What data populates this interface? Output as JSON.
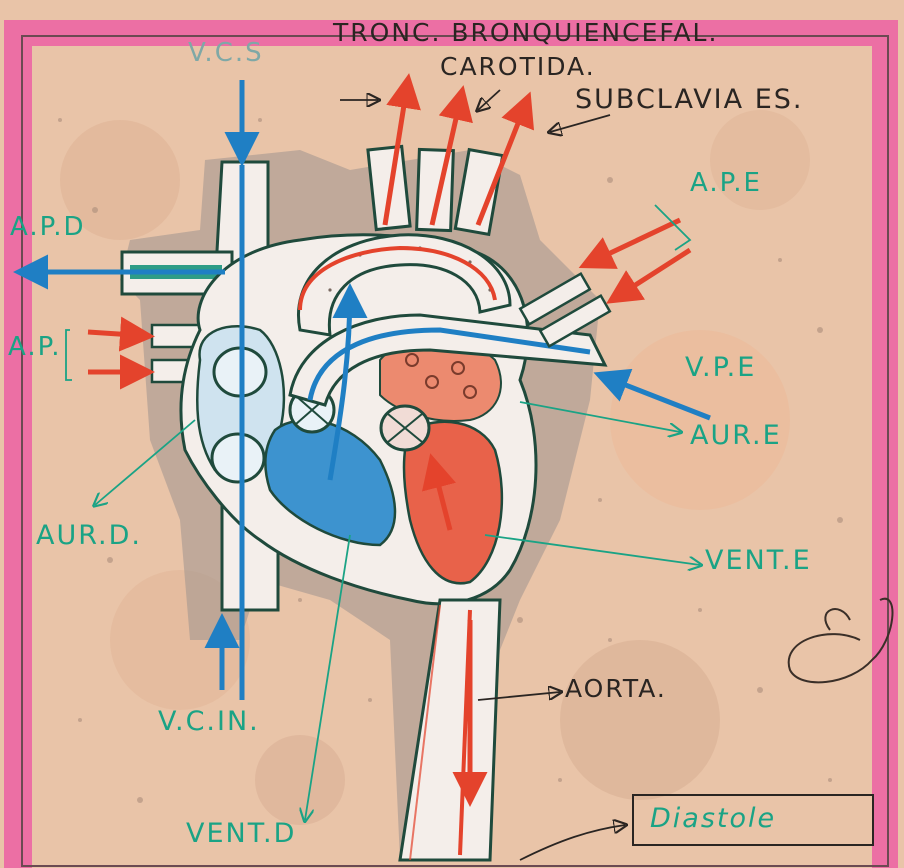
{
  "labels": {
    "tronco": "TRONC. BRONQUIENCEFAL.",
    "carotida": "CAROTIDA.",
    "subclavias": "SUBCLAVIA ES.",
    "vcs": "V.C.S",
    "ape": "A.P.E",
    "apd": "A.P.D",
    "ap": "A.P.",
    "vpe": "V.P.E",
    "aur_e": "AUR.E",
    "aur_d": "AUR.D.",
    "vent_e": "VENT.E",
    "aorta": "AORTA.",
    "vci": "V.C.IN.",
    "vent_d": "VENT.D",
    "diastole": "Diastole"
  },
  "colors": {
    "paper": "#e9c4a8",
    "frame": "#ec6fa4",
    "oxygenated": "#e4432c",
    "deoxygenated": "#1f7fc4",
    "label_green": "#1aa385",
    "ink": "#2a2522",
    "venous_chamber": "#3d93cf",
    "arterial_chamber": "#e8624a"
  },
  "icons": {
    "signature": "handwritten-signature-icon"
  }
}
